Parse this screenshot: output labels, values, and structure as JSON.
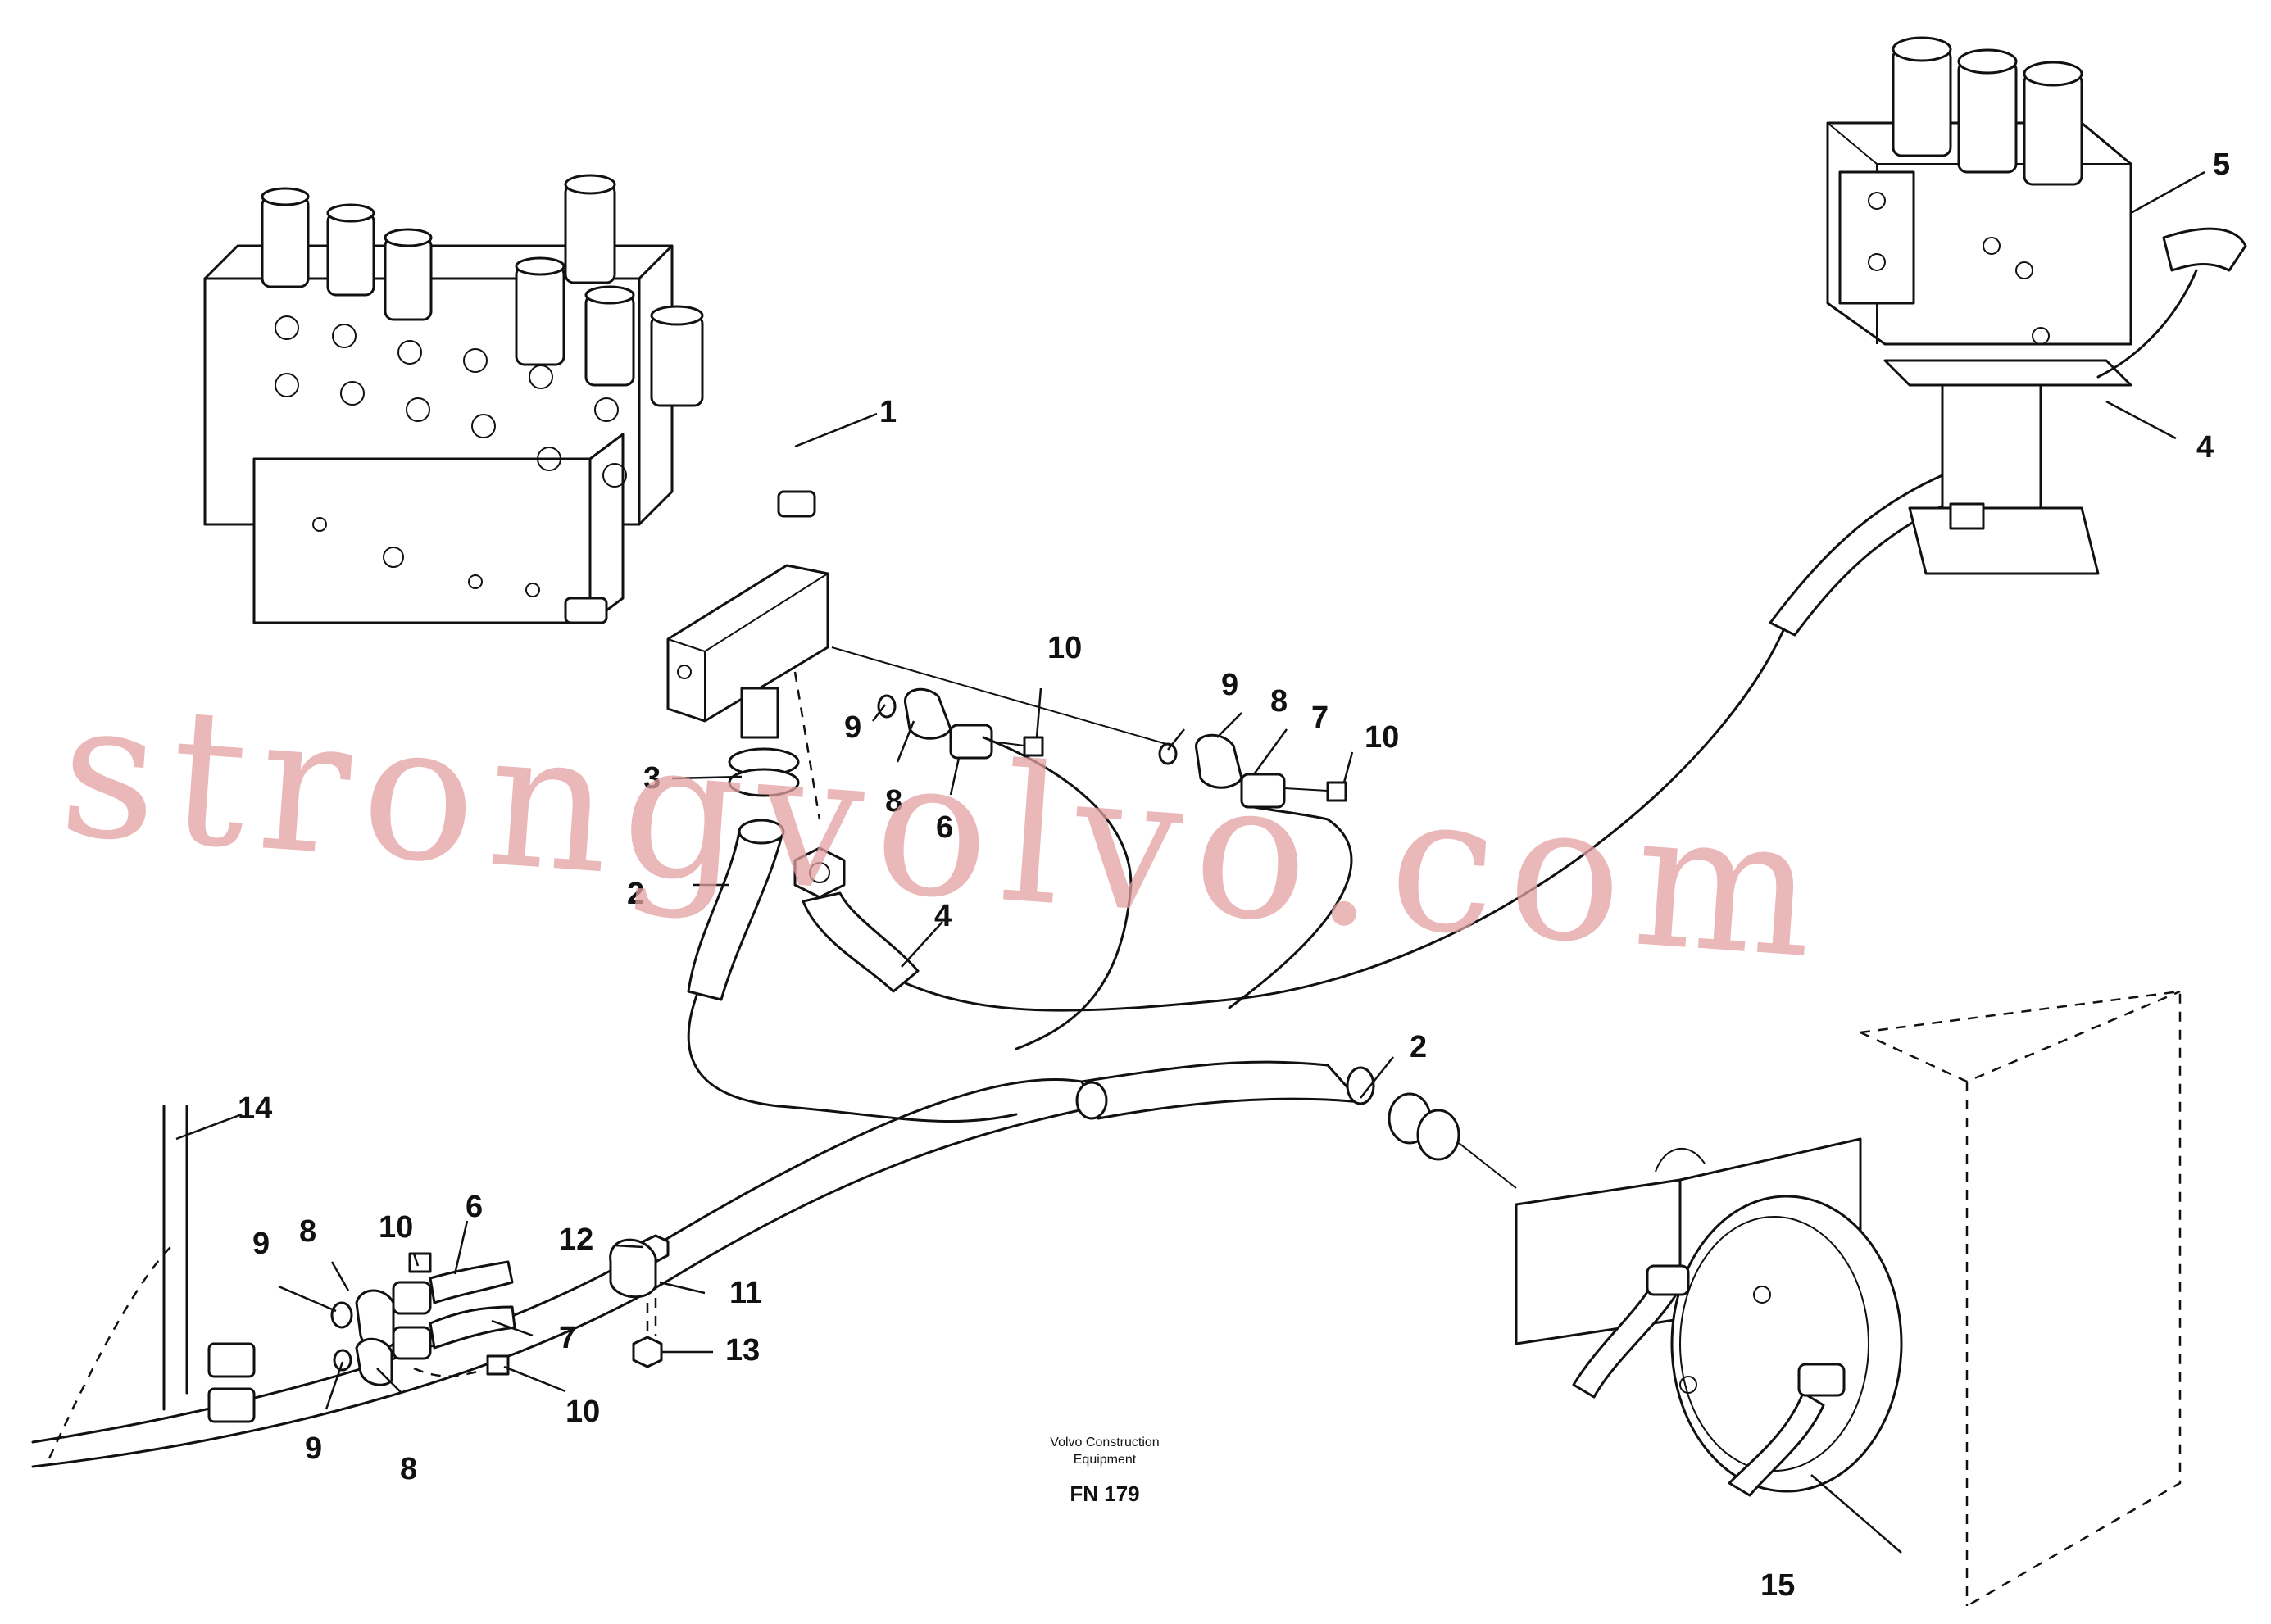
{
  "labels": [
    {
      "name": "callout-1",
      "text": "1"
    },
    {
      "name": "callout-2-upper",
      "text": "2"
    },
    {
      "name": "callout-2-lower",
      "text": "2"
    },
    {
      "name": "callout-3",
      "text": "3"
    },
    {
      "name": "callout-4-upper",
      "text": "4"
    },
    {
      "name": "callout-4-right",
      "text": "4"
    },
    {
      "name": "callout-5",
      "text": "5"
    },
    {
      "name": "callout-6-upper",
      "text": "6"
    },
    {
      "name": "callout-6-lower",
      "text": "6"
    },
    {
      "name": "callout-7-upper",
      "text": "7"
    },
    {
      "name": "callout-7-lower",
      "text": "7"
    },
    {
      "name": "callout-8-a",
      "text": "8"
    },
    {
      "name": "callout-8-b",
      "text": "8"
    },
    {
      "name": "callout-8-c",
      "text": "8"
    },
    {
      "name": "callout-8-d",
      "text": "8"
    },
    {
      "name": "callout-9-a",
      "text": "9"
    },
    {
      "name": "callout-9-b",
      "text": "9"
    },
    {
      "name": "callout-9-c",
      "text": "9"
    },
    {
      "name": "callout-9-d",
      "text": "9"
    },
    {
      "name": "callout-10-a",
      "text": "10"
    },
    {
      "name": "callout-10-b",
      "text": "10"
    },
    {
      "name": "callout-10-c",
      "text": "10"
    },
    {
      "name": "callout-10-d",
      "text": "10"
    },
    {
      "name": "callout-11",
      "text": "11"
    },
    {
      "name": "callout-12",
      "text": "12"
    },
    {
      "name": "callout-13",
      "text": "13"
    },
    {
      "name": "callout-14",
      "text": "14"
    },
    {
      "name": "callout-15",
      "text": "15"
    }
  ],
  "footer": {
    "line1": "Volvo Construction",
    "line2": "Equipment",
    "code": "FN 179"
  },
  "watermark": "strongvolvo.com"
}
